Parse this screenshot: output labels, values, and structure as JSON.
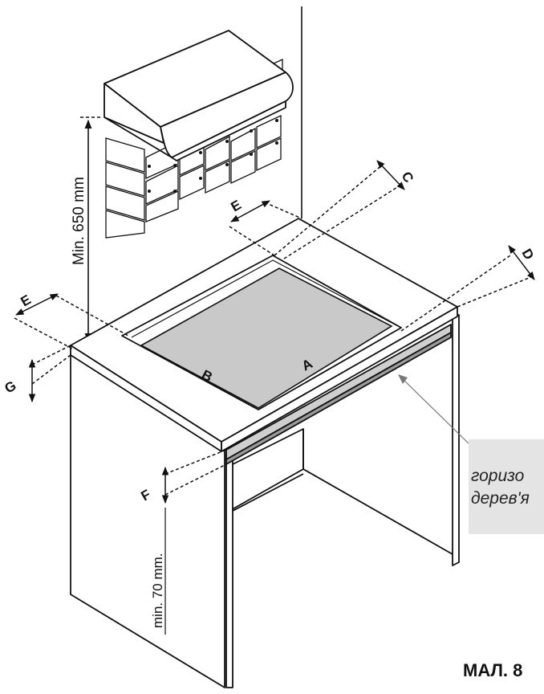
{
  "labels": {
    "a": "A",
    "b": "B",
    "c": "C",
    "d": "D",
    "e_top": "E",
    "e_left": "E",
    "f": "F",
    "g": "G"
  },
  "dimensions": {
    "hood_clearance": "Min. 650 mm",
    "under_clearance": "min. 70 mm."
  },
  "callout": {
    "line1": "горизо",
    "line2": "дерев'я"
  },
  "figure_label": "МАЛ. 8"
}
